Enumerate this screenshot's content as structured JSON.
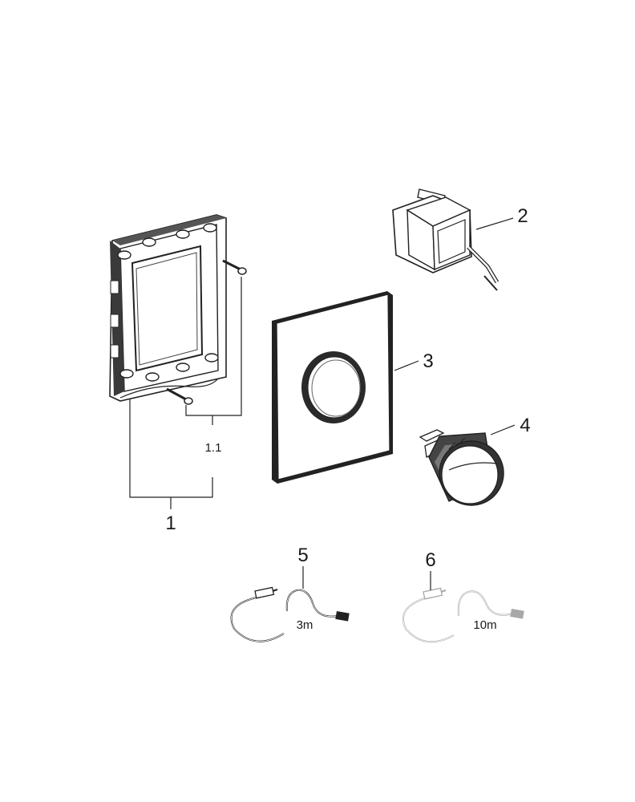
{
  "callouts": {
    "frame": "1",
    "screws": "1.1",
    "power_supply": "2",
    "cover_plate": "3",
    "button": "4",
    "cable_short": "5",
    "cable_long": "6"
  },
  "cable_lengths": {
    "short": "3m",
    "long": "10m"
  },
  "colors": {
    "line": "#222222",
    "dark_fill": "#2a2a2a",
    "faded_cable": "#a8a8a8"
  },
  "icons": [
    "mounting-frame-icon",
    "screw-icon",
    "power-supply-icon",
    "cover-plate-icon",
    "push-button-icon",
    "cable-icon"
  ]
}
